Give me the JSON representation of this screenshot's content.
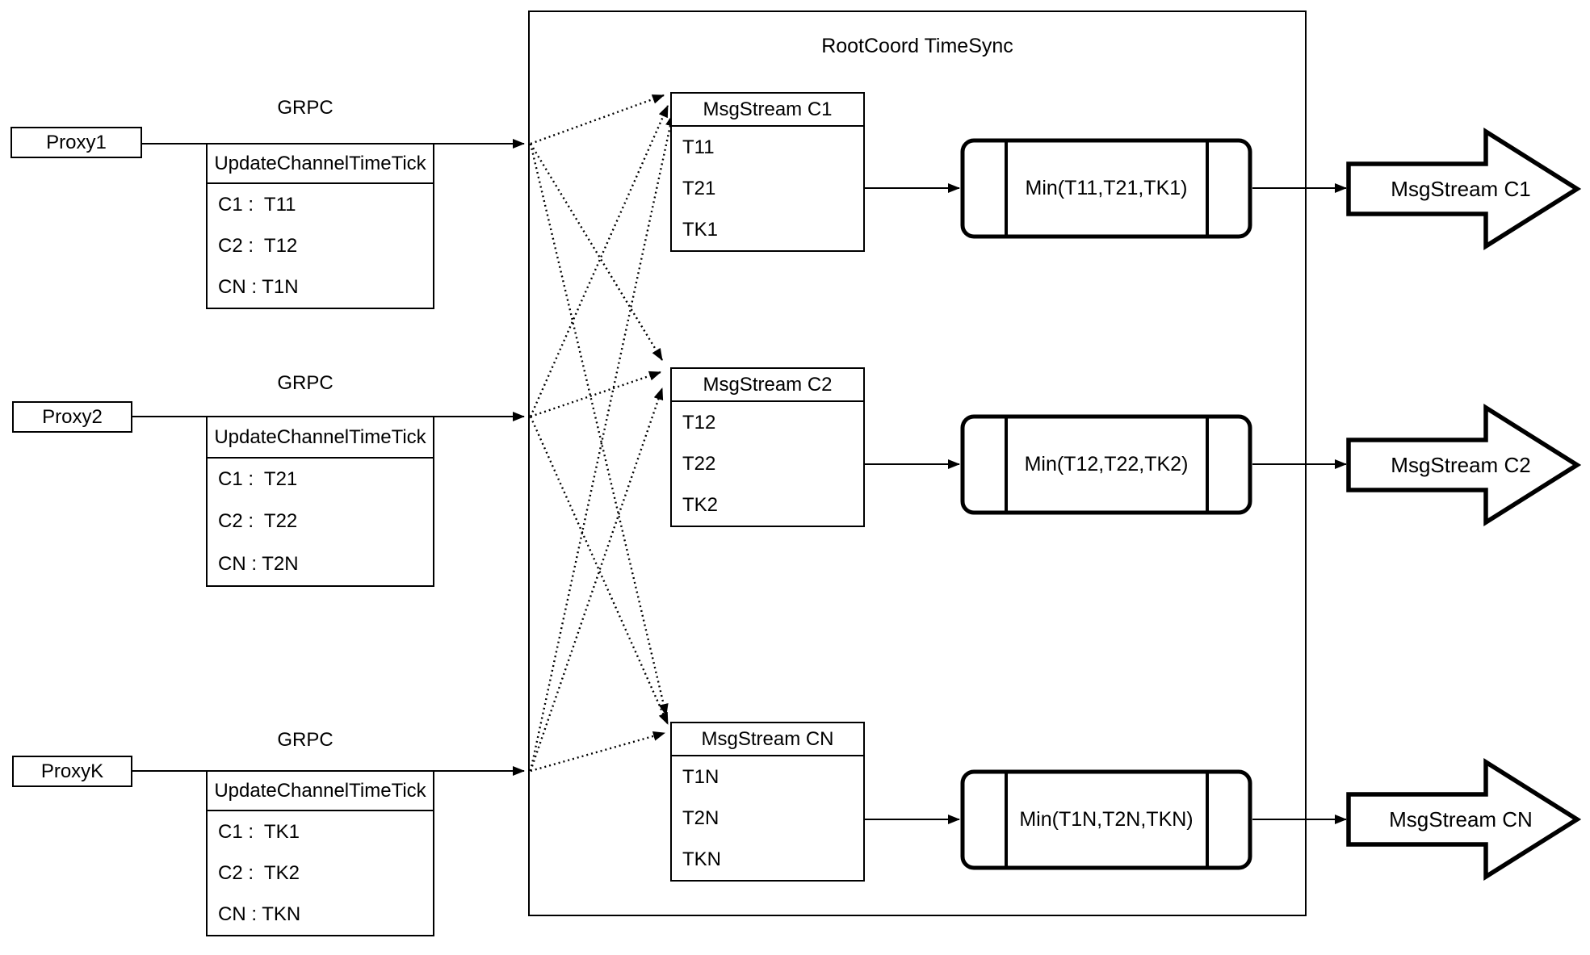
{
  "diagram": {
    "title": "RootCoord TimeSync",
    "proxies": [
      {
        "name": "Proxy1",
        "protocol": "GRPC",
        "message": {
          "header": "UpdateChannelTimeTick",
          "rows": [
            "C1 :  T11",
            "C2 :  T12",
            "CN : T1N"
          ]
        }
      },
      {
        "name": "Proxy2",
        "protocol": "GRPC",
        "message": {
          "header": "UpdateChannelTimeTick",
          "rows": [
            "C1 :  T21",
            "C2 :  T22",
            "CN : T2N"
          ]
        }
      },
      {
        "name": "ProxyK",
        "protocol": "GRPC",
        "message": {
          "header": "UpdateChannelTimeTick",
          "rows": [
            "C1 :  TK1",
            "C2 :  TK2",
            "CN : TKN"
          ]
        }
      }
    ],
    "channels": [
      {
        "stream": "MsgStream C1",
        "ticks": [
          "T11",
          "T21",
          "TK1"
        ],
        "min": "Min(T11,T21,TK1)",
        "output": "MsgStream C1"
      },
      {
        "stream": "MsgStream C2",
        "ticks": [
          "T12",
          "T22",
          "TK2"
        ],
        "min": "Min(T12,T22,TK2)",
        "output": "MsgStream C2"
      },
      {
        "stream": "MsgStream CN",
        "ticks": [
          "T1N",
          "T2N",
          "TKN"
        ],
        "min": "Min(T1N,T2N,TKN)",
        "output": "MsgStream CN"
      }
    ],
    "colors": {
      "stroke": "#000000",
      "background": "#ffffff"
    }
  }
}
